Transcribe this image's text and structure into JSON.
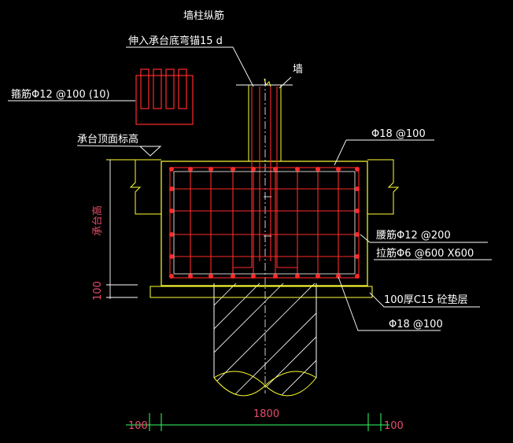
{
  "labels": {
    "wall_col_rebar": "墙柱纵筋",
    "anchor_note": "伸入承台底弯锚15 d",
    "wall": "墙",
    "stirrup": "箍筋Φ12 @100 (10)",
    "cap_top_elev": "承台顶面标高",
    "top_rebar": "Φ18 @100",
    "side_rebar": "腰筋Φ12 @200",
    "tie_rebar": "拉筋Φ6 @600 X600",
    "cushion": "100厚C15 砼垫层",
    "bottom_rebar": "Φ18 @100",
    "cap_height": "承台高",
    "cushion_thk": "100",
    "dim_left": "100",
    "dim_mid": "1800",
    "dim_right": "100"
  },
  "colors": {
    "outline": "#ffff33",
    "rebar": "#ff2a2a",
    "leader": "#ffffff",
    "dim_text": "#e84d6a",
    "dim_line": "#33ff66"
  }
}
